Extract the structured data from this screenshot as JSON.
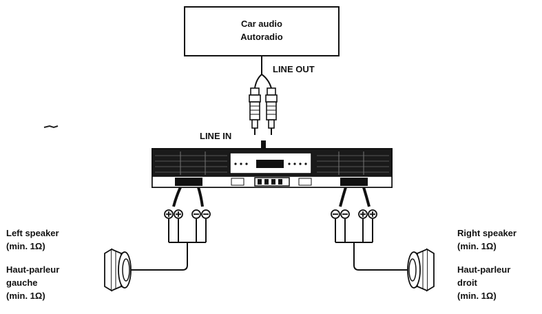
{
  "head_unit": {
    "line1": "Car audio",
    "line2": "Autoradio"
  },
  "line_out_label": "LINE OUT",
  "line_in_label": "LINE IN",
  "left_speaker": {
    "line1": "Left speaker",
    "line2": "(min. 1Ω)",
    "line3": "Haut-parleur",
    "line4": "gauche",
    "line5": "(min. 1Ω)"
  },
  "right_speaker": {
    "line1": "Right speaker",
    "line2": "(min. 1Ω)",
    "line3": "Haut-parleur",
    "line4": "droit",
    "line5": "(min. 1Ω)"
  },
  "colors": {
    "line": "#111111",
    "amp_body": "#1a1a1a",
    "background": "#ffffff"
  }
}
